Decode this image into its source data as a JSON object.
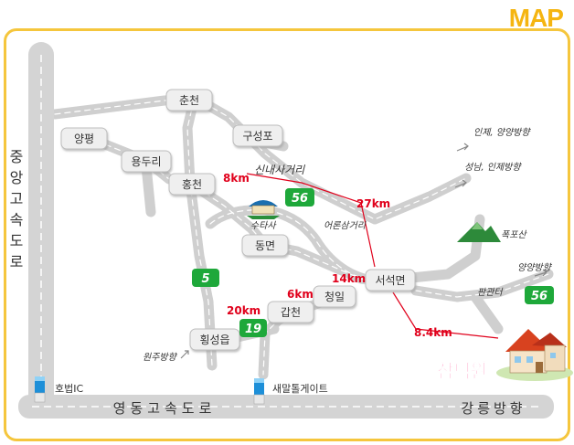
{
  "title": "MAP",
  "highways": {
    "vertical": "중앙고속도로",
    "horizontal": "영동고속도로",
    "direction": "강릉방향"
  },
  "places": {
    "chuncheon": "춘천",
    "yangpyeong": "양평",
    "gusengpo": "구성포",
    "yongduri": "용두리",
    "hongcheon": "홍천",
    "dongmyeon": "동면",
    "seoseokmyeon": "서석면",
    "cheongil": "청일",
    "gapcheon": "갑천",
    "hoengseong": "횡성읍"
  },
  "labels": {
    "sinnaesageori": "신내사거리",
    "sutasa": "수타사",
    "eoronsamgeori": "어론삼거리",
    "inje_yangyang": "인제, 양양방향",
    "seongnam_inje": "성남, 인제방향",
    "pokposan": "폭포산",
    "yangyang": "양양방향",
    "pangwanteo": "판관터",
    "wonju": "원주방향",
    "hobeop_ic": "호법IC",
    "saemal_tollgate": "새말톨게이트",
    "destination": "삼덕원"
  },
  "distances": {
    "d8": "8km",
    "d27": "27km",
    "d14": "14km",
    "d6": "6km",
    "d20": "20km",
    "d8_4": "8.4km"
  },
  "routes": {
    "r56a": "56",
    "r5": "5",
    "r19": "19",
    "r56b": "56"
  },
  "colors": {
    "accent": "#f5b511",
    "frame": "#f5c63d",
    "road": "#d7d7d7",
    "route_green": "#1ea83a",
    "distance_red": "#e0001b"
  }
}
